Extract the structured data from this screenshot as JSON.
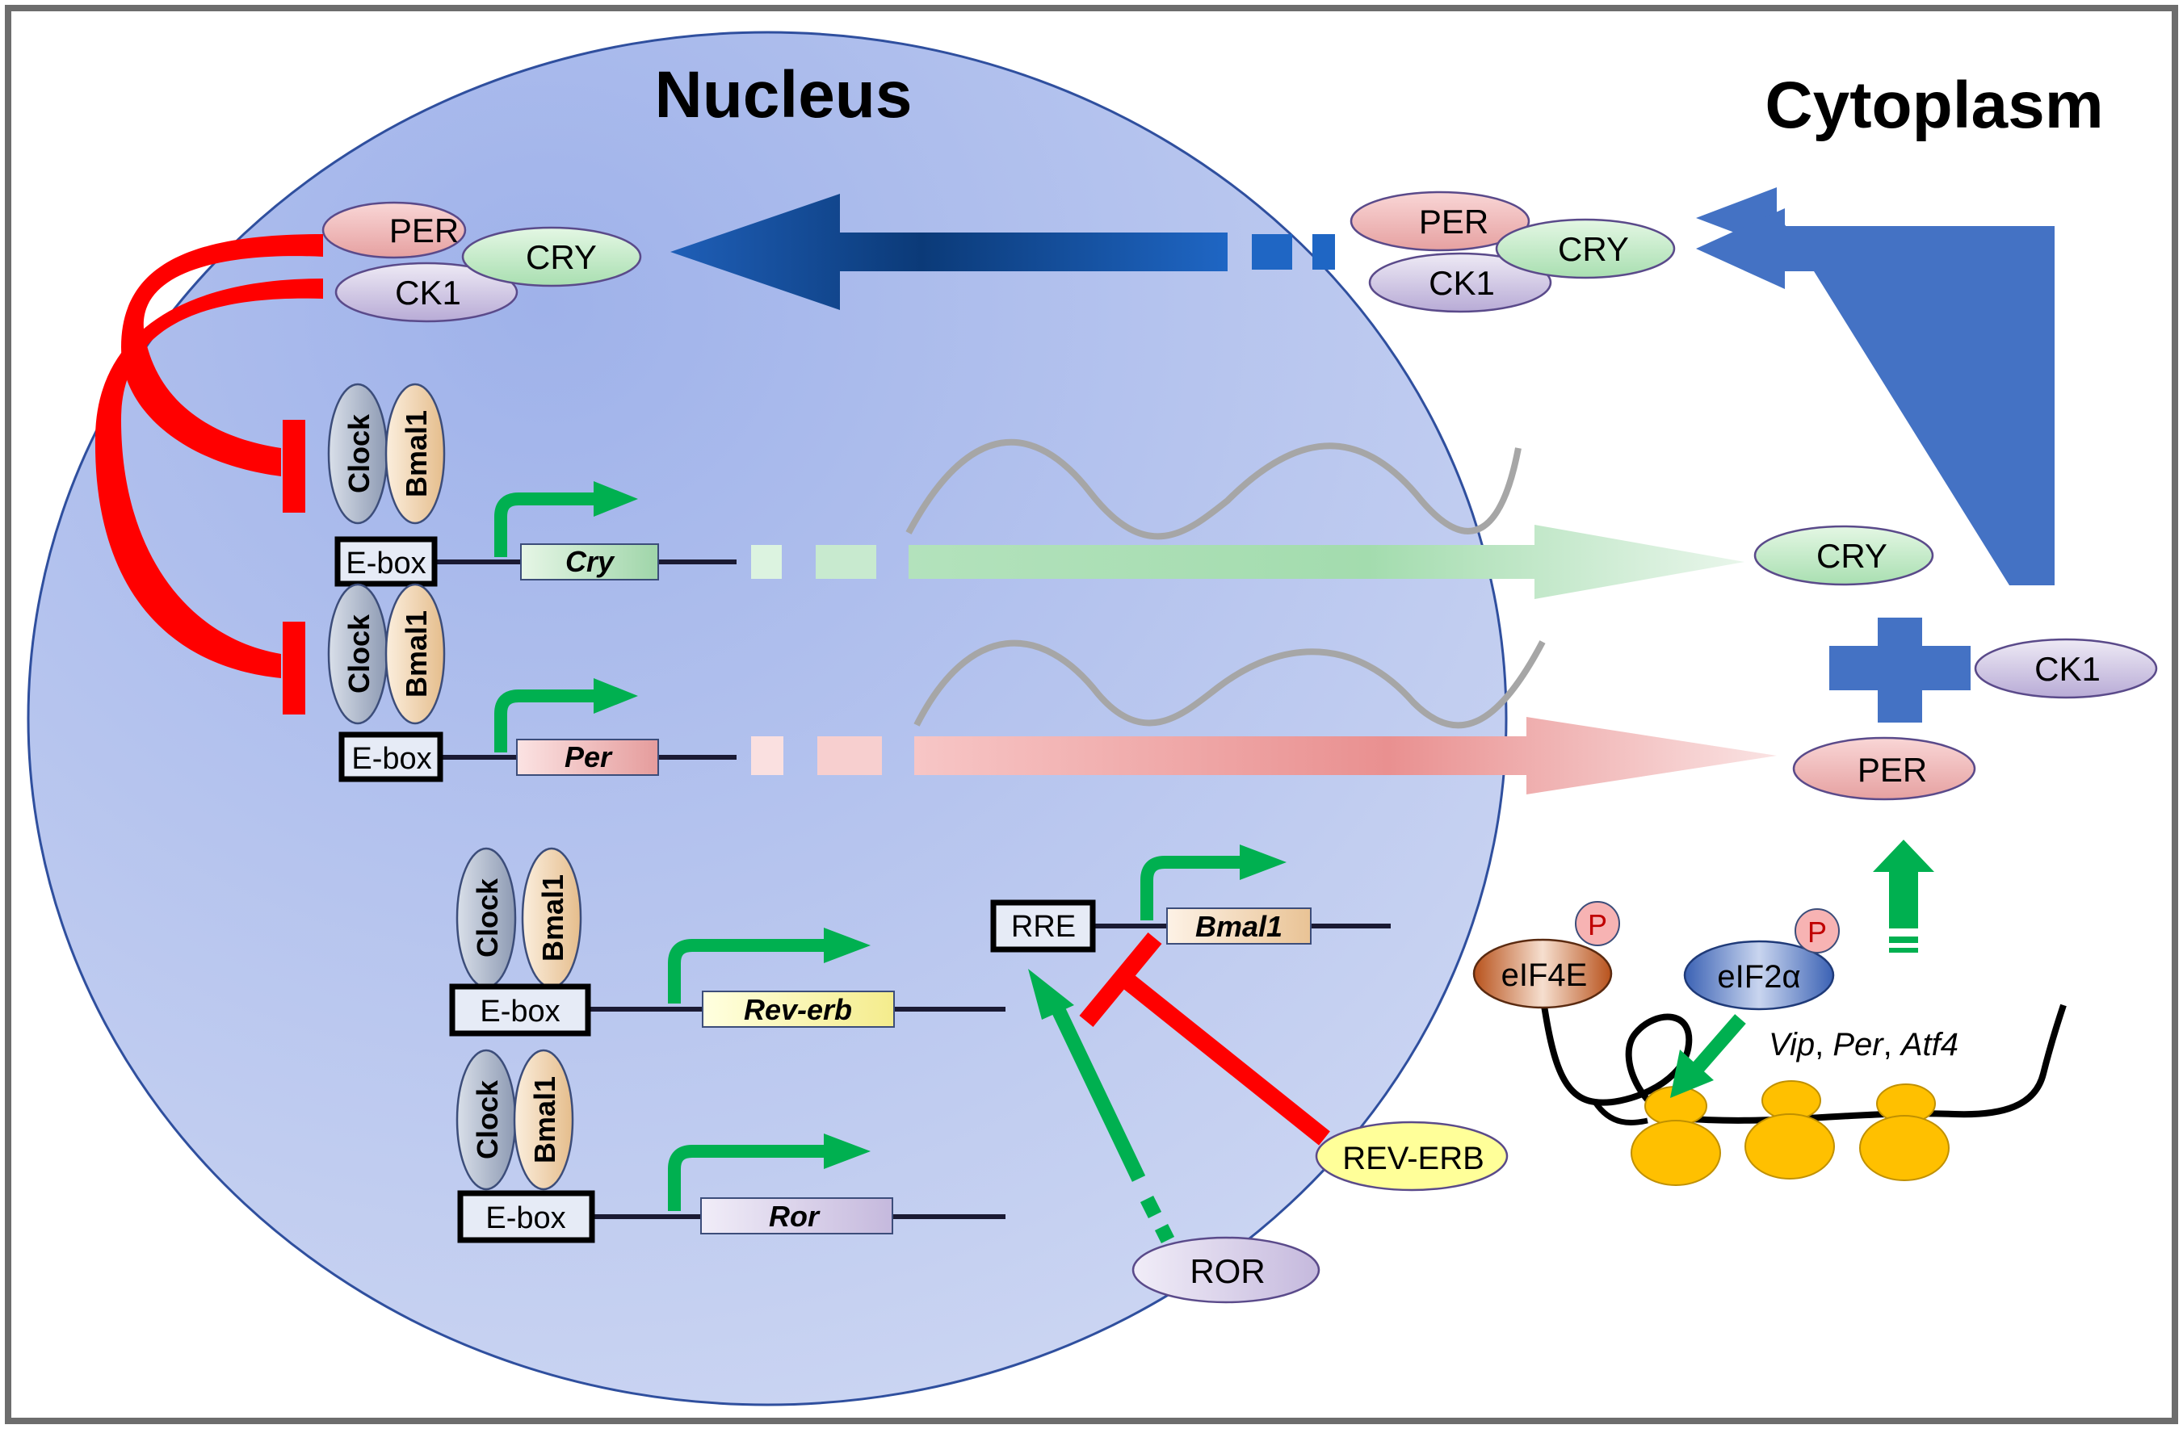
{
  "regions": {
    "nucleus": "Nucleus",
    "cytoplasm": "Cytoplasm"
  },
  "complex_nucleus": {
    "per": "PER",
    "cry": "CRY",
    "ck1": "CK1"
  },
  "complex_cytoplasm": {
    "per": "PER",
    "cry": "CRY",
    "ck1": "CK1"
  },
  "activators": {
    "clock": "Clock",
    "bmal1": "Bmal1"
  },
  "elements": {
    "ebox": "E-box",
    "rre": "RRE"
  },
  "genes": {
    "cry": "Cry",
    "per": "Per",
    "rev_erb": "Rev-erb",
    "ror": "Ror",
    "bmal1": "Bmal1"
  },
  "proteins": {
    "cry": "CRY",
    "ck1": "CK1",
    "per": "PER",
    "rev_erb": "REV-ERB",
    "ror": "ROR"
  },
  "translation": {
    "eif4e": "eIF4E",
    "eif2a": "eIF2α",
    "phospho": "P",
    "mrnas_part1": "Vip",
    "mrnas_sep1": ", ",
    "mrnas_part2": "Per",
    "mrnas_sep2": ", ",
    "mrnas_part3": "Atf4"
  },
  "colors": {
    "nucleus_fill": "#a9b9ec",
    "inhibit_red": "#ff0000",
    "activate_green": "#00b050",
    "transport_blue": "#4472c4",
    "ribosome_gold": "#ffc000",
    "mrna_gray": "#a6a6a6"
  }
}
